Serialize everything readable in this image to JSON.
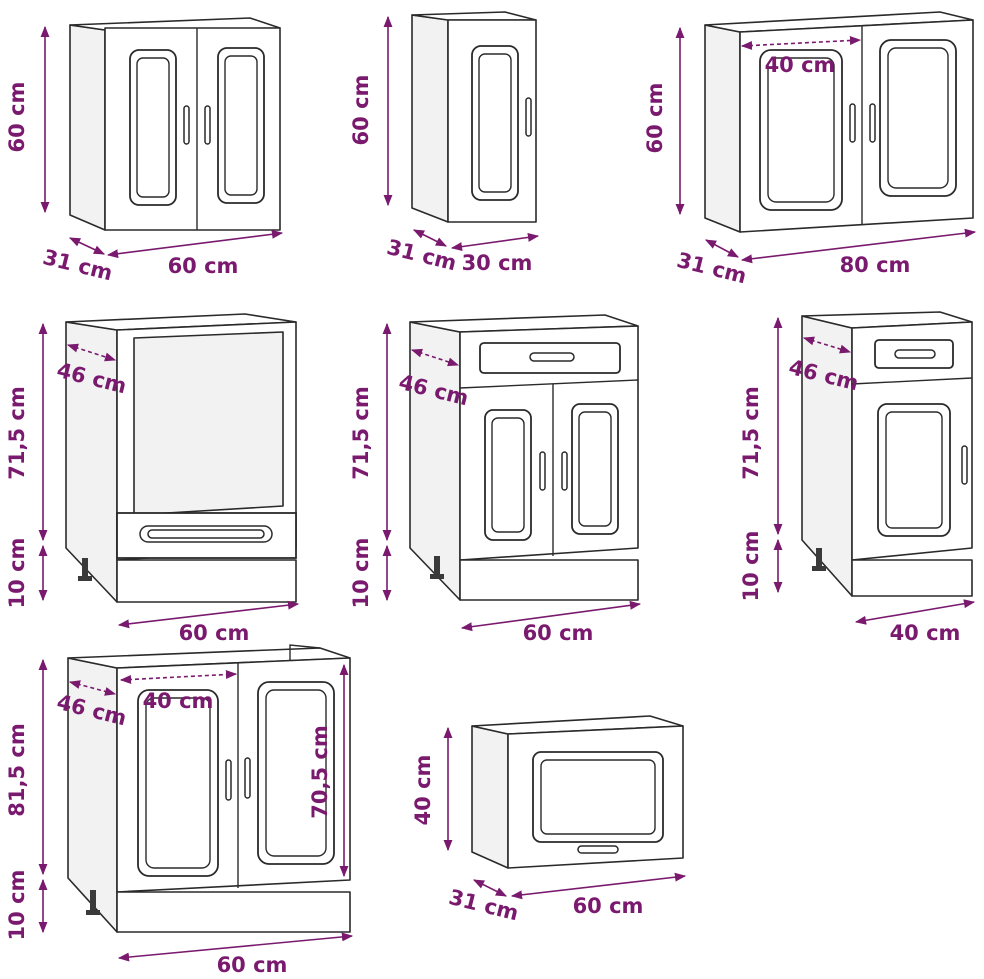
{
  "colors": {
    "dimension": "#7a1a6e",
    "outline": "#2a2a2a",
    "background": "#ffffff"
  },
  "cabinets": [
    {
      "id": "wall-60-double",
      "height": "60 cm",
      "depth": "31 cm",
      "width": "60 cm"
    },
    {
      "id": "wall-30-single",
      "height": "60 cm",
      "depth": "31 cm",
      "width": "30 cm"
    },
    {
      "id": "wall-80-double",
      "height": "60 cm",
      "depth": "31 cm",
      "width": "80 cm",
      "door": "40 cm"
    },
    {
      "id": "base-oven-60",
      "height": "71,5 cm",
      "plinth": "10 cm",
      "depth": "46 cm",
      "width": "60 cm"
    },
    {
      "id": "base-drawer-60",
      "height": "71,5 cm",
      "plinth": "10 cm",
      "depth": "46 cm",
      "width": "60 cm"
    },
    {
      "id": "base-drawer-40",
      "height": "71,5 cm",
      "plinth": "10 cm",
      "depth": "46 cm",
      "width": "40 cm"
    },
    {
      "id": "sink-base-60",
      "height": "81,5 cm",
      "inner_height": "70,5 cm",
      "plinth": "10 cm",
      "depth": "46 cm",
      "door": "40 cm",
      "width": "60 cm"
    },
    {
      "id": "wall-flap-60",
      "height": "40 cm",
      "depth": "31 cm",
      "width": "60 cm"
    }
  ]
}
